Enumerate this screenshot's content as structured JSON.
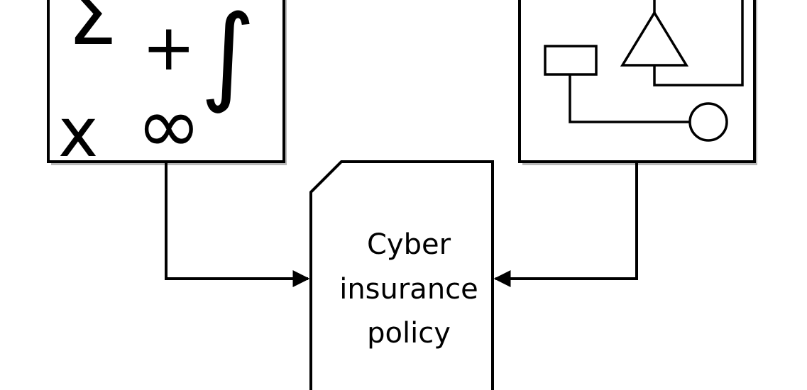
{
  "math_box": {
    "glyphs": {
      "sigma": "Σ",
      "plus": "+",
      "integral": "∫",
      "x": "x",
      "infinity": "∞"
    }
  },
  "policy": {
    "lines": [
      "Cyber",
      "insurance",
      "policy"
    ]
  }
}
